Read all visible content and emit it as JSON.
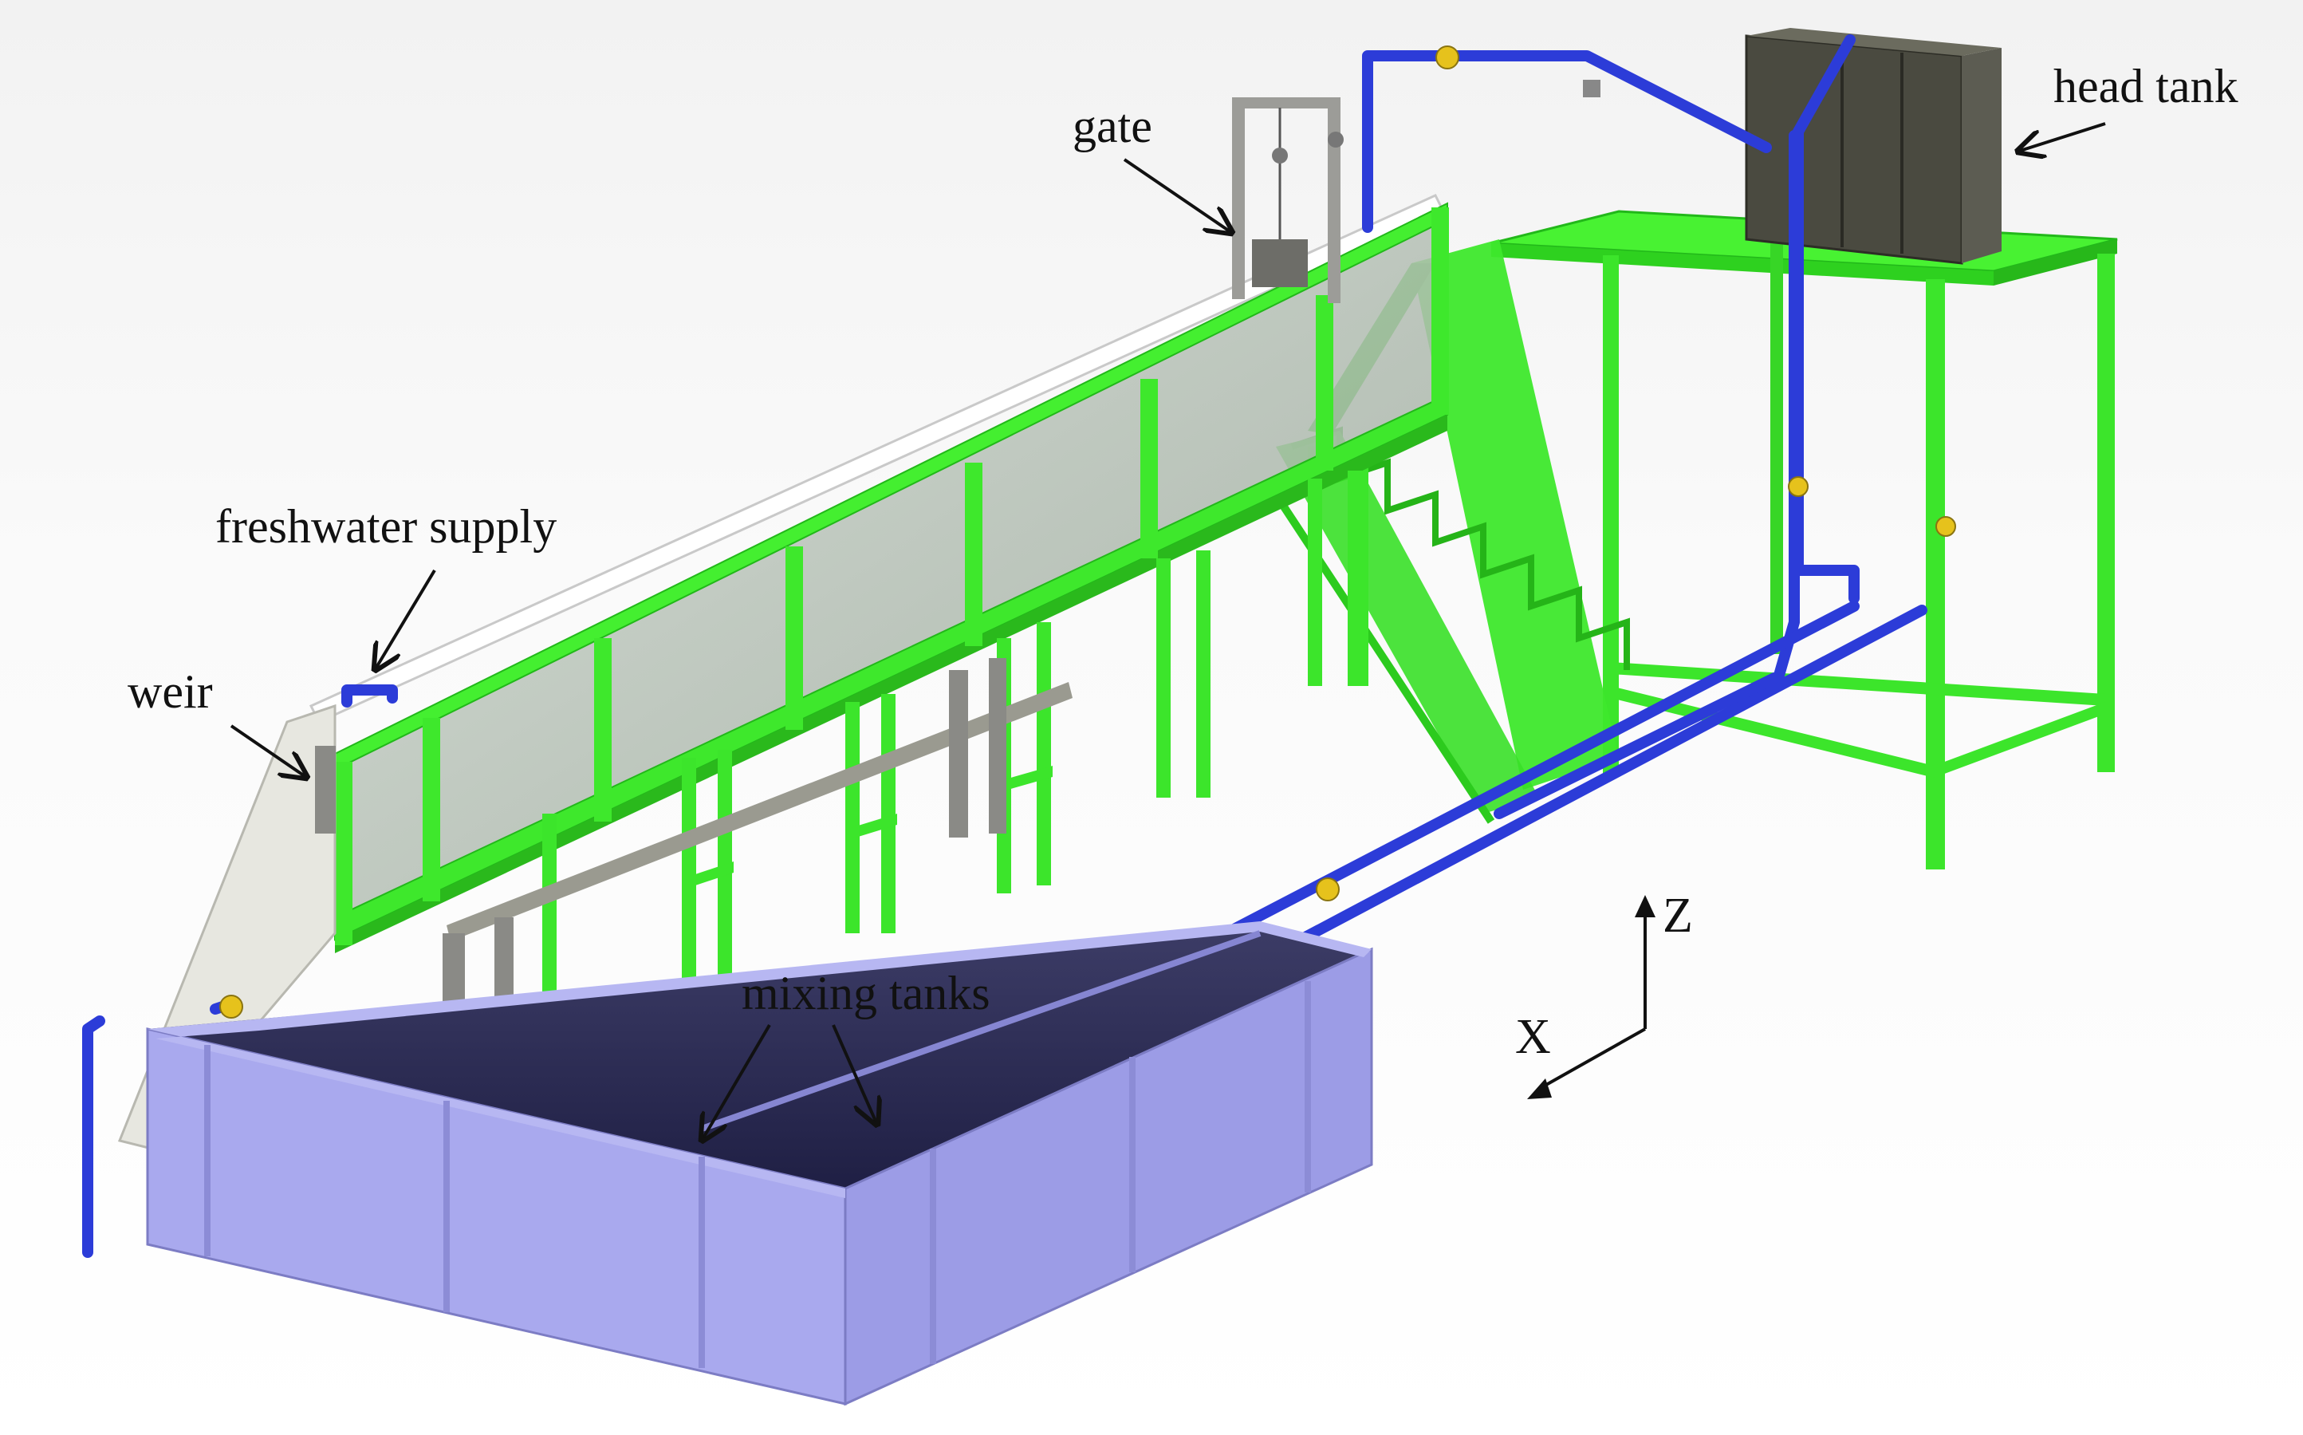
{
  "labels": {
    "gate": "gate",
    "head_tank": "head tank",
    "freshwater_supply": "freshwater supply",
    "weir": "weir",
    "mixing_tanks": "mixing tanks"
  },
  "axes": {
    "z": "Z",
    "x": "X"
  },
  "colors": {
    "frame_green": "#3ef02e",
    "pipe_blue": "#2c3cd8",
    "tank_lavender": "#a9a9ee",
    "head_tank_gray": "#4a4a40",
    "gate_gray": "#8a8a86",
    "valve_yellow": "#e6c21c"
  },
  "icons": {
    "arrow": "arrow-pointer-icon",
    "axis_up": "triangle-up-icon",
    "axis_diag": "triangle-down-left-icon"
  }
}
